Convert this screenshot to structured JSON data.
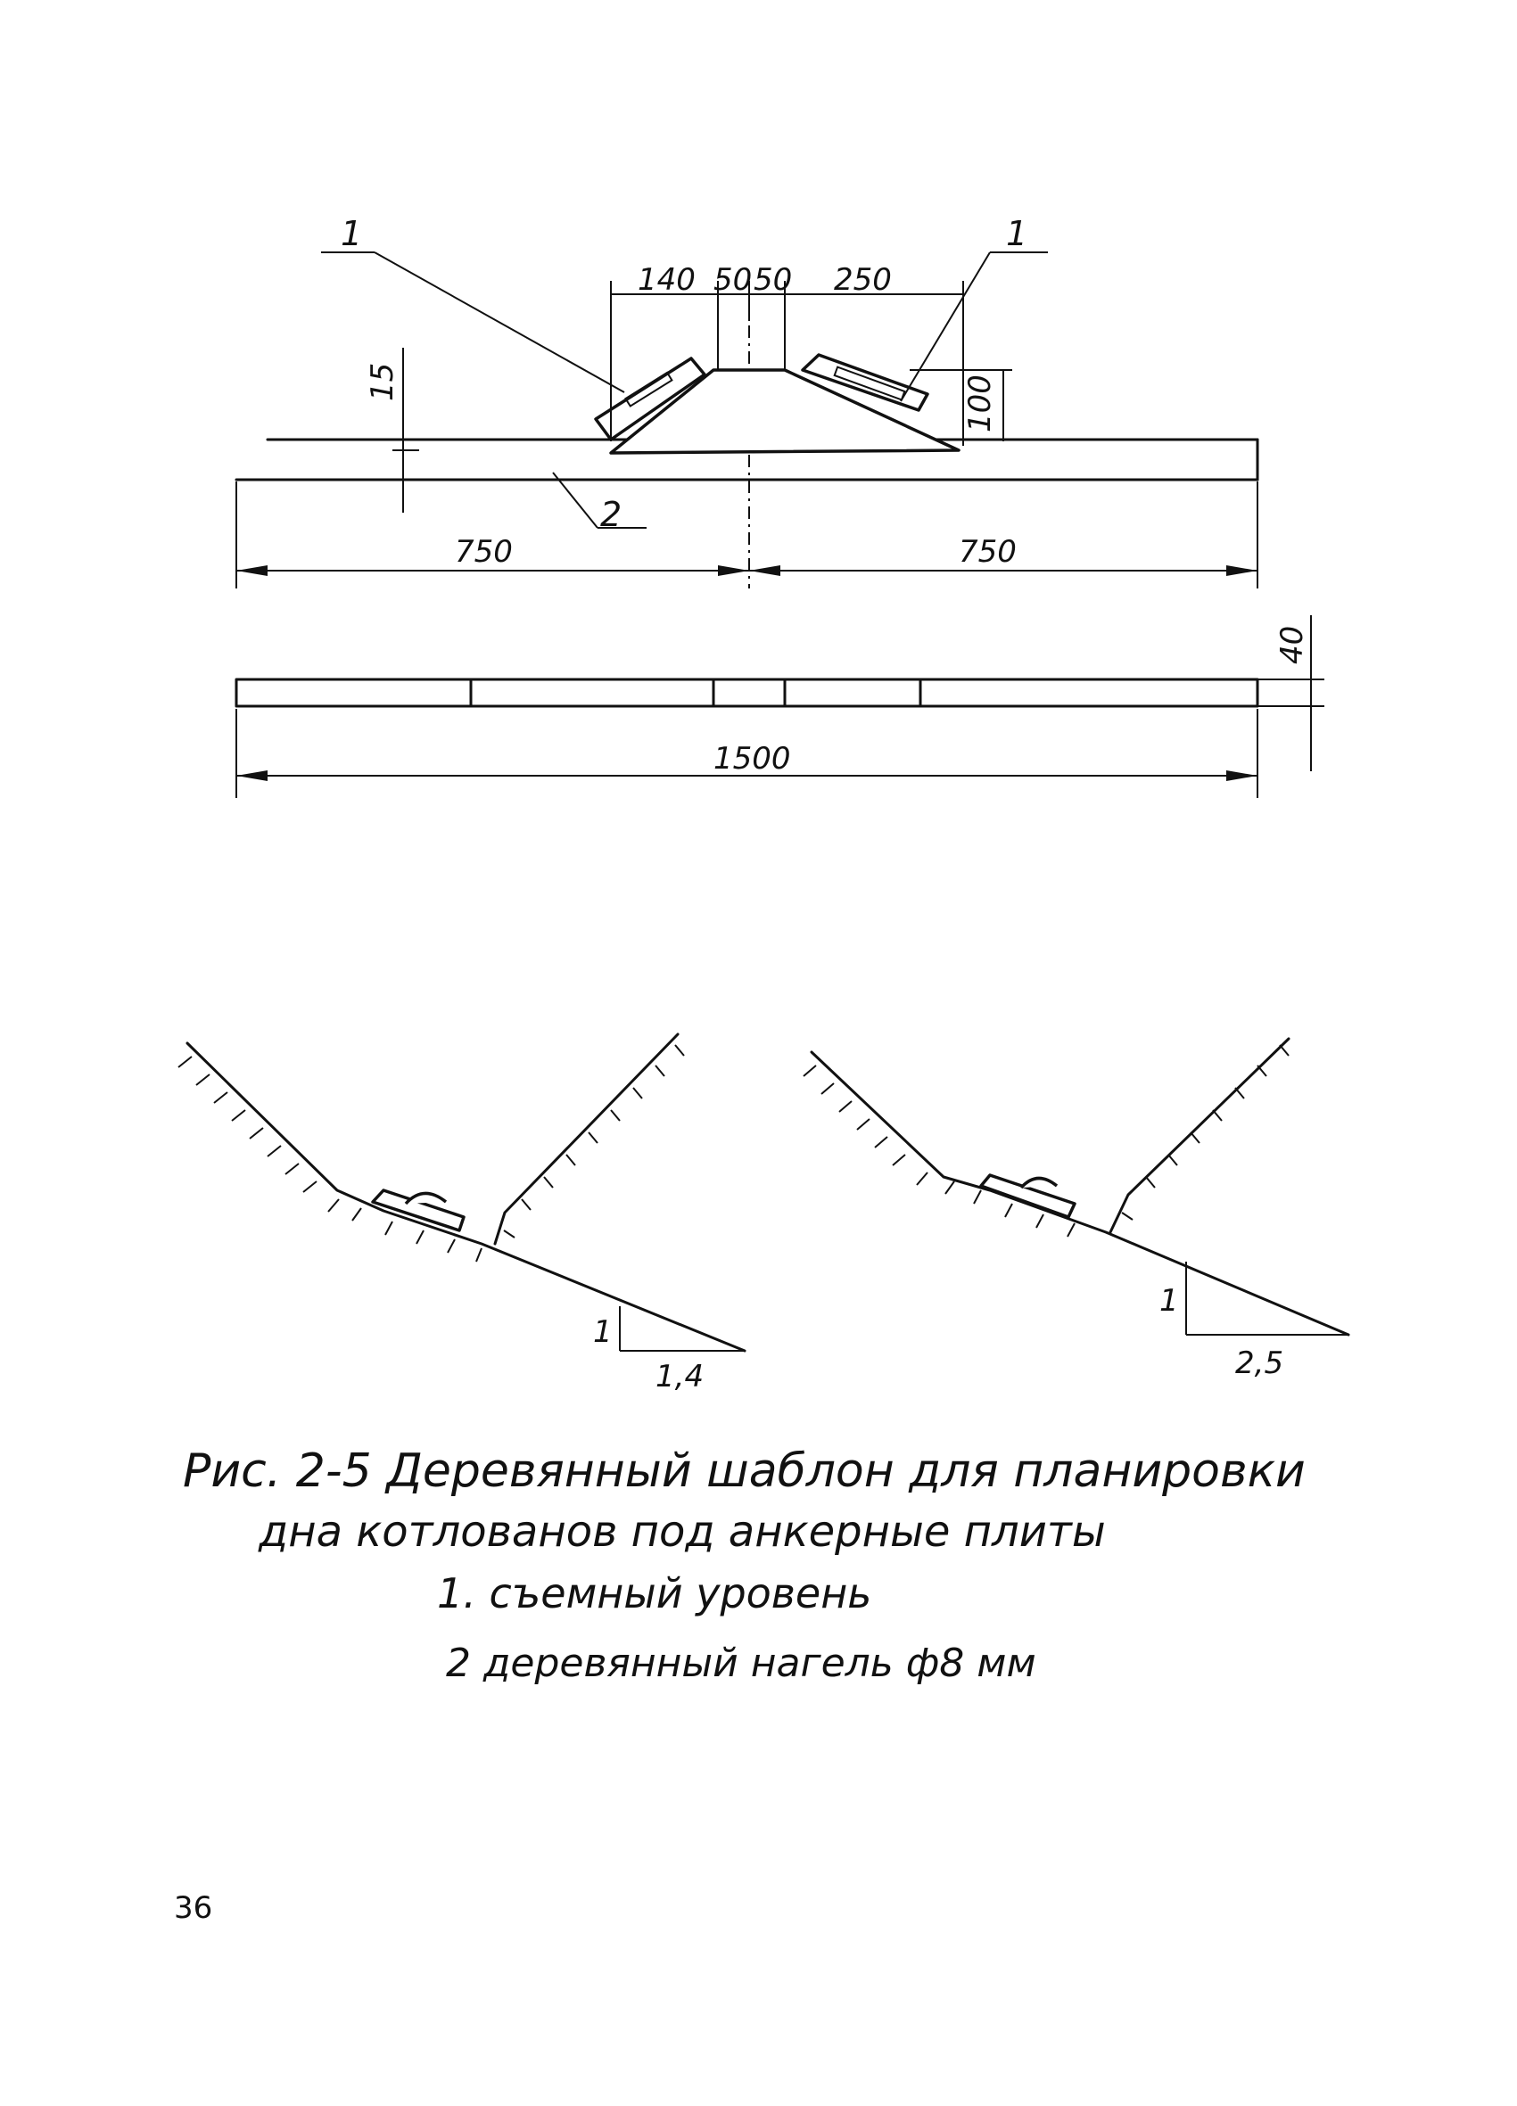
{
  "figure": {
    "caption_title": "Рис. 2-5 Деревянный шаблон для планировки",
    "caption_subtitle": "дна котлованов под анкерные плиты",
    "legend": [
      "1. съемный уровень",
      "2 деревянный нагель ф8 мм"
    ]
  },
  "side_view": {
    "callout_left": "1",
    "callout_right": "1",
    "callout_dowel": "2",
    "dims_top": [
      "140",
      "50",
      "50",
      "250"
    ],
    "dim_height": "100",
    "dim_small": "15",
    "dim_left_half": "750",
    "dim_right_half": "750"
  },
  "plan_view": {
    "dim_length": "1500",
    "dim_width": "40"
  },
  "slopes": {
    "left_rise": "1",
    "left_run": "1,4",
    "right_rise": "1",
    "right_run": "2,5"
  },
  "page_number": "36"
}
